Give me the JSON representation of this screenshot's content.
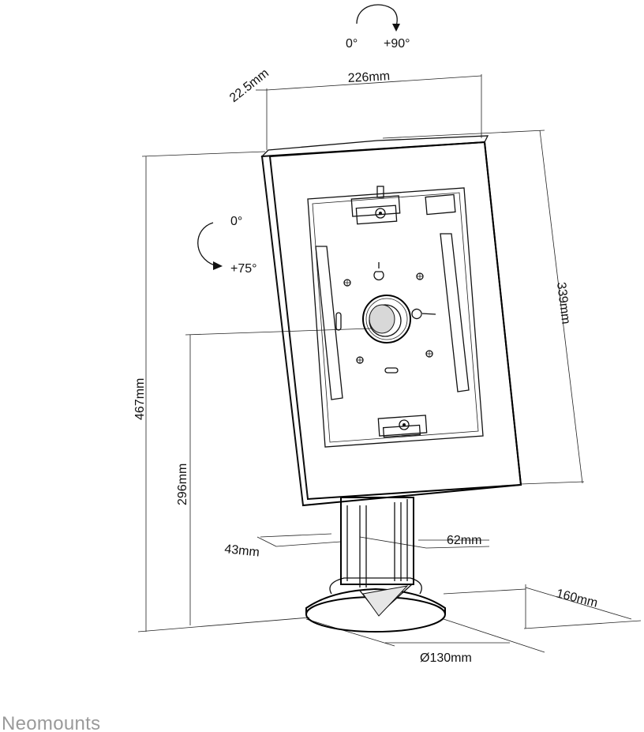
{
  "rotation_top": {
    "from": "0°",
    "to": "+90°"
  },
  "rotation_side": {
    "from": "0°",
    "to": "+75°"
  },
  "dimensions": {
    "depth": "22.5mm",
    "width": "226mm",
    "frame_height": "339mm",
    "total_height": "467mm",
    "pole_height": "296mm",
    "pole_depth": "43mm",
    "pole_width": "62mm",
    "base_depth": "160mm",
    "base_diameter": "Ø130mm"
  },
  "brand": "Neomounts"
}
